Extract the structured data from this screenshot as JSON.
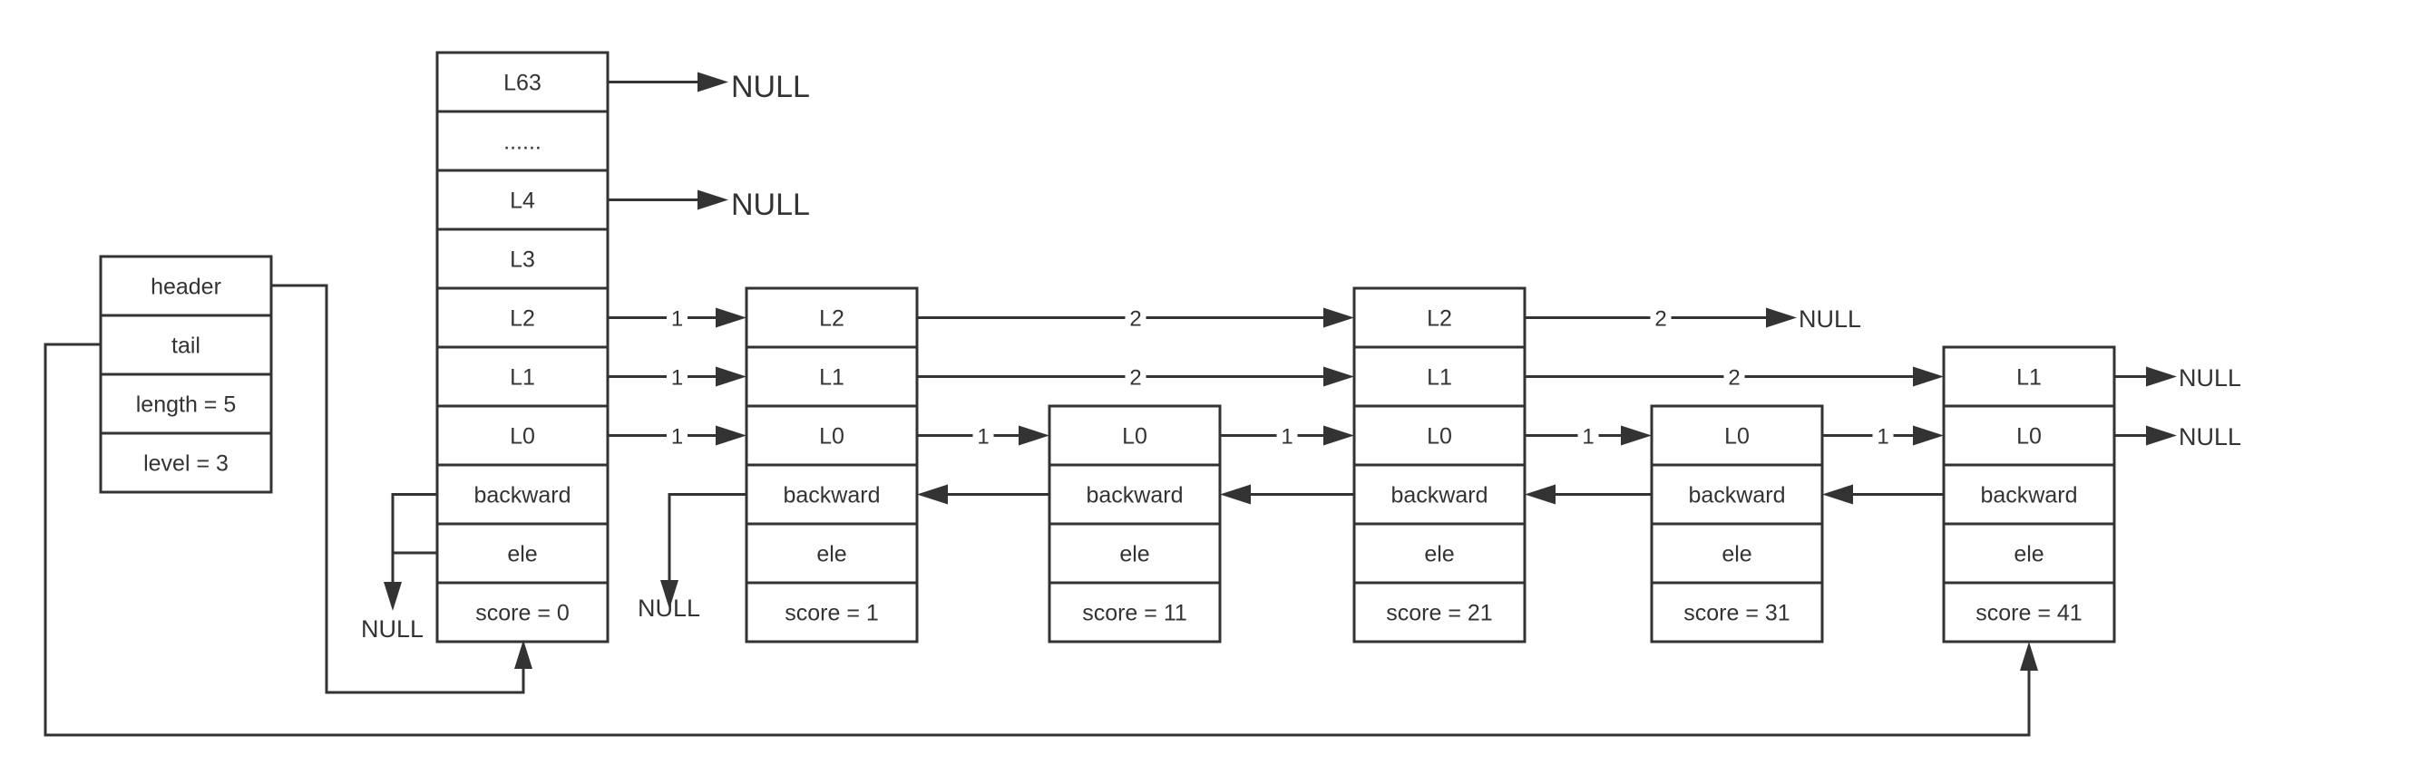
{
  "skiplist": {
    "header_label": "header",
    "tail_label": "tail",
    "length_label": "length = 5",
    "level_label": "level = 3"
  },
  "head_node": {
    "level_labels": [
      "L63",
      "......",
      "L4",
      "L3",
      "L2",
      "L1",
      "L0"
    ],
    "backward_label": "backward",
    "ele_label": "ele",
    "score_label": "score = 0"
  },
  "nodes": [
    {
      "levels": [
        "L2",
        "L1",
        "L0"
      ],
      "backward": "backward",
      "ele": "ele",
      "score": "score = 1"
    },
    {
      "levels": [
        "L0"
      ],
      "backward": "backward",
      "ele": "ele",
      "score": "score = 11"
    },
    {
      "levels": [
        "L2",
        "L1",
        "L0"
      ],
      "backward": "backward",
      "ele": "ele",
      "score": "score = 21"
    },
    {
      "levels": [
        "L0"
      ],
      "backward": "backward",
      "ele": "ele",
      "score": "score = 31"
    },
    {
      "levels": [
        "L1",
        "L0"
      ],
      "backward": "backward",
      "ele": "ele",
      "score": "score = 41"
    }
  ],
  "null_label": "NULL",
  "span_labels": {
    "head_L2": "1",
    "head_L1": "1",
    "head_L0": "1",
    "n1_L2": "2",
    "n1_L1": "2",
    "n1_L0": "1",
    "n2_L0": "1",
    "n3_L2": "2",
    "n3_L1": "2",
    "n3_L0": "1",
    "n4_L0": "1"
  },
  "colors": {
    "stroke": "#333333",
    "background": "#ffffff"
  }
}
